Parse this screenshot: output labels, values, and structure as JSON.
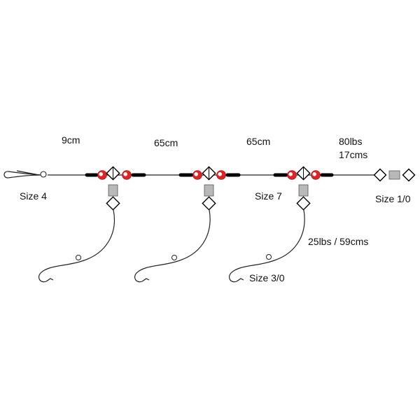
{
  "diagram": {
    "labels": {
      "dropper_1_spacing": "9cm",
      "dropper_2_spacing": "65cm",
      "dropper_3_spacing": "65cm",
      "mainline_spec_1": "80lbs",
      "mainline_spec_2": "17cms",
      "clip_size": "Size 4",
      "bead_size": "Size 7",
      "end_swivel_size": "Size 1/0",
      "snood_spec": "25lbs / 59cms",
      "hook_size": "Size 3/0"
    },
    "colors": {
      "line": "#222222",
      "sleeve": "#000000",
      "bead": "#e32222",
      "bead_highlight": "#ffffff",
      "swivel": "#b9b9b9",
      "diamond_fill": "#ffffff"
    }
  }
}
